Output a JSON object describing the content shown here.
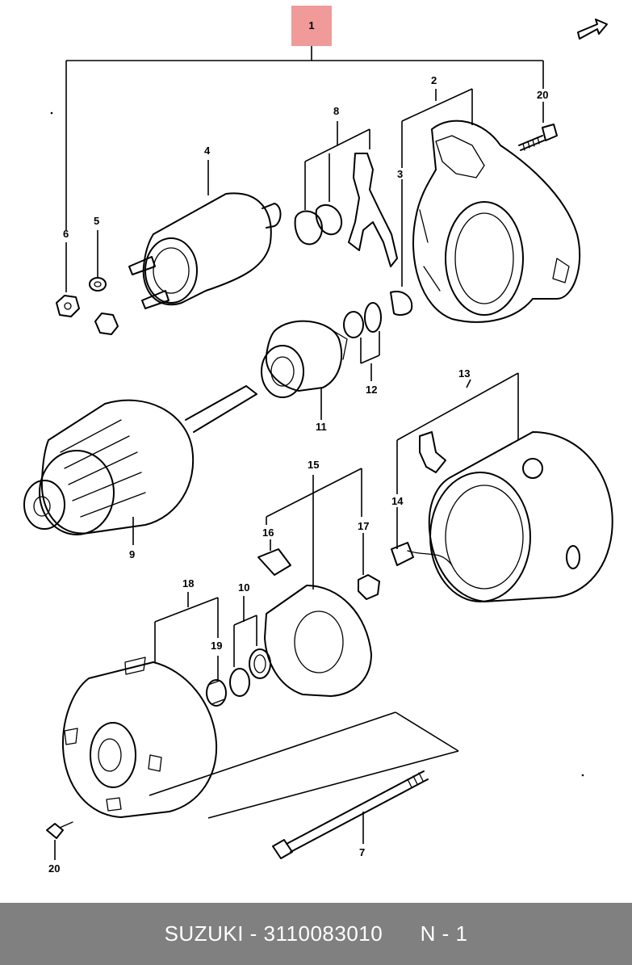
{
  "diagram": {
    "highlight_label": "1",
    "callouts": {
      "c1": "1",
      "c2": "2",
      "c3": "3",
      "c4": "4",
      "c5": "5",
      "c6": "6",
      "c7": "7",
      "c8": "8",
      "c9": "9",
      "c10": "10",
      "c11": "11",
      "c12": "12",
      "c13": "13",
      "c14": "14",
      "c15": "15",
      "c16": "16",
      "c17": "17",
      "c18": "18",
      "c19": "19",
      "c20a": "20",
      "c20b": "20"
    },
    "highlight_color": "#f09a9a"
  },
  "footer": {
    "brand": "SUZUKI",
    "part_number": "3110083010",
    "position": "N - 1",
    "background": "#808080",
    "text_color": "#ffffff"
  }
}
